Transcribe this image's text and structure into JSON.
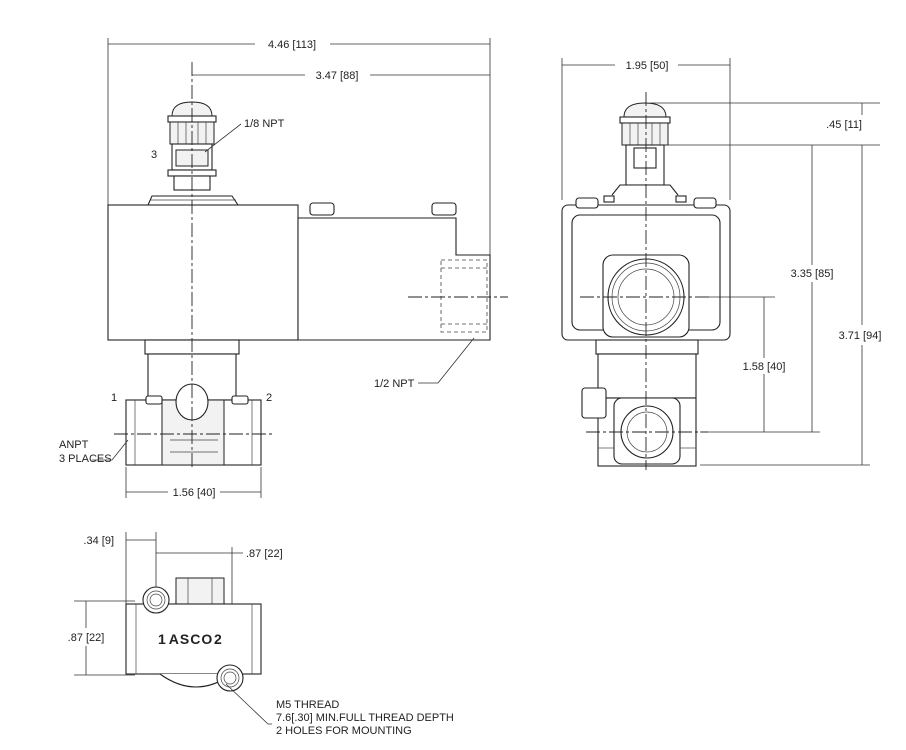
{
  "side_view": {
    "dim_overall_width": "4.46 [113]",
    "dim_center_to_right": "3.47 [88]",
    "label_pilot_port": "1/8 NPT",
    "label_port_3": "3",
    "label_port_1": "1",
    "label_port_2": "2",
    "label_anpt_line1": "ANPT",
    "label_anpt_line2": "3 PLACES",
    "label_conduit": "1/2 NPT",
    "dim_body_width": "1.56 [40]"
  },
  "front_view": {
    "dim_width": "1.95 [50]",
    "dim_cap": ".45 [11]",
    "dim_coil_height": "3.35 [85]",
    "dim_overall_height": "3.71 [94]",
    "dim_port_to_conduit": "1.58 [40]"
  },
  "bottom_view": {
    "dim_hole_offset": ".34 [9]",
    "dim_hole_spacing": ".87 [22]",
    "dim_body_height": ".87 [22]",
    "body_marking_left": "1",
    "body_logo": "ASCO",
    "body_marking_right": "2",
    "thread_line1": "M5 THREAD",
    "thread_line2": "7.6[.30] MIN.FULL THREAD DEPTH",
    "thread_line3": "2 HOLES FOR MOUNTING"
  }
}
